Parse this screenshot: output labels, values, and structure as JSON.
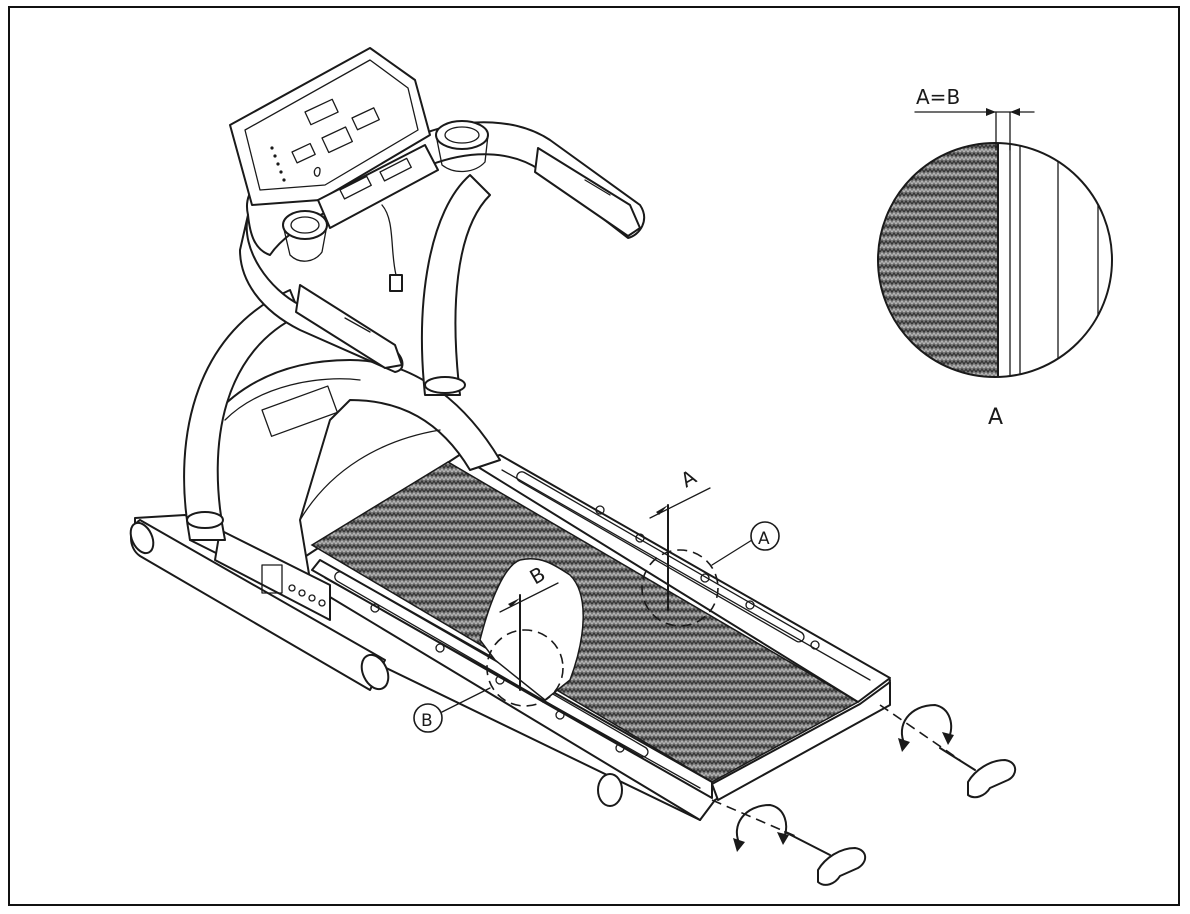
{
  "labels": {
    "detail_eq": "A=B",
    "detail_caption": "A",
    "dim_a": "A",
    "dim_b": "B",
    "callout_a": "A",
    "callout_b": "B"
  },
  "icons": [
    "treadmill-drawing",
    "detail-magnifier-icon",
    "hex-key-icon",
    "rotate-arrow-icon"
  ]
}
